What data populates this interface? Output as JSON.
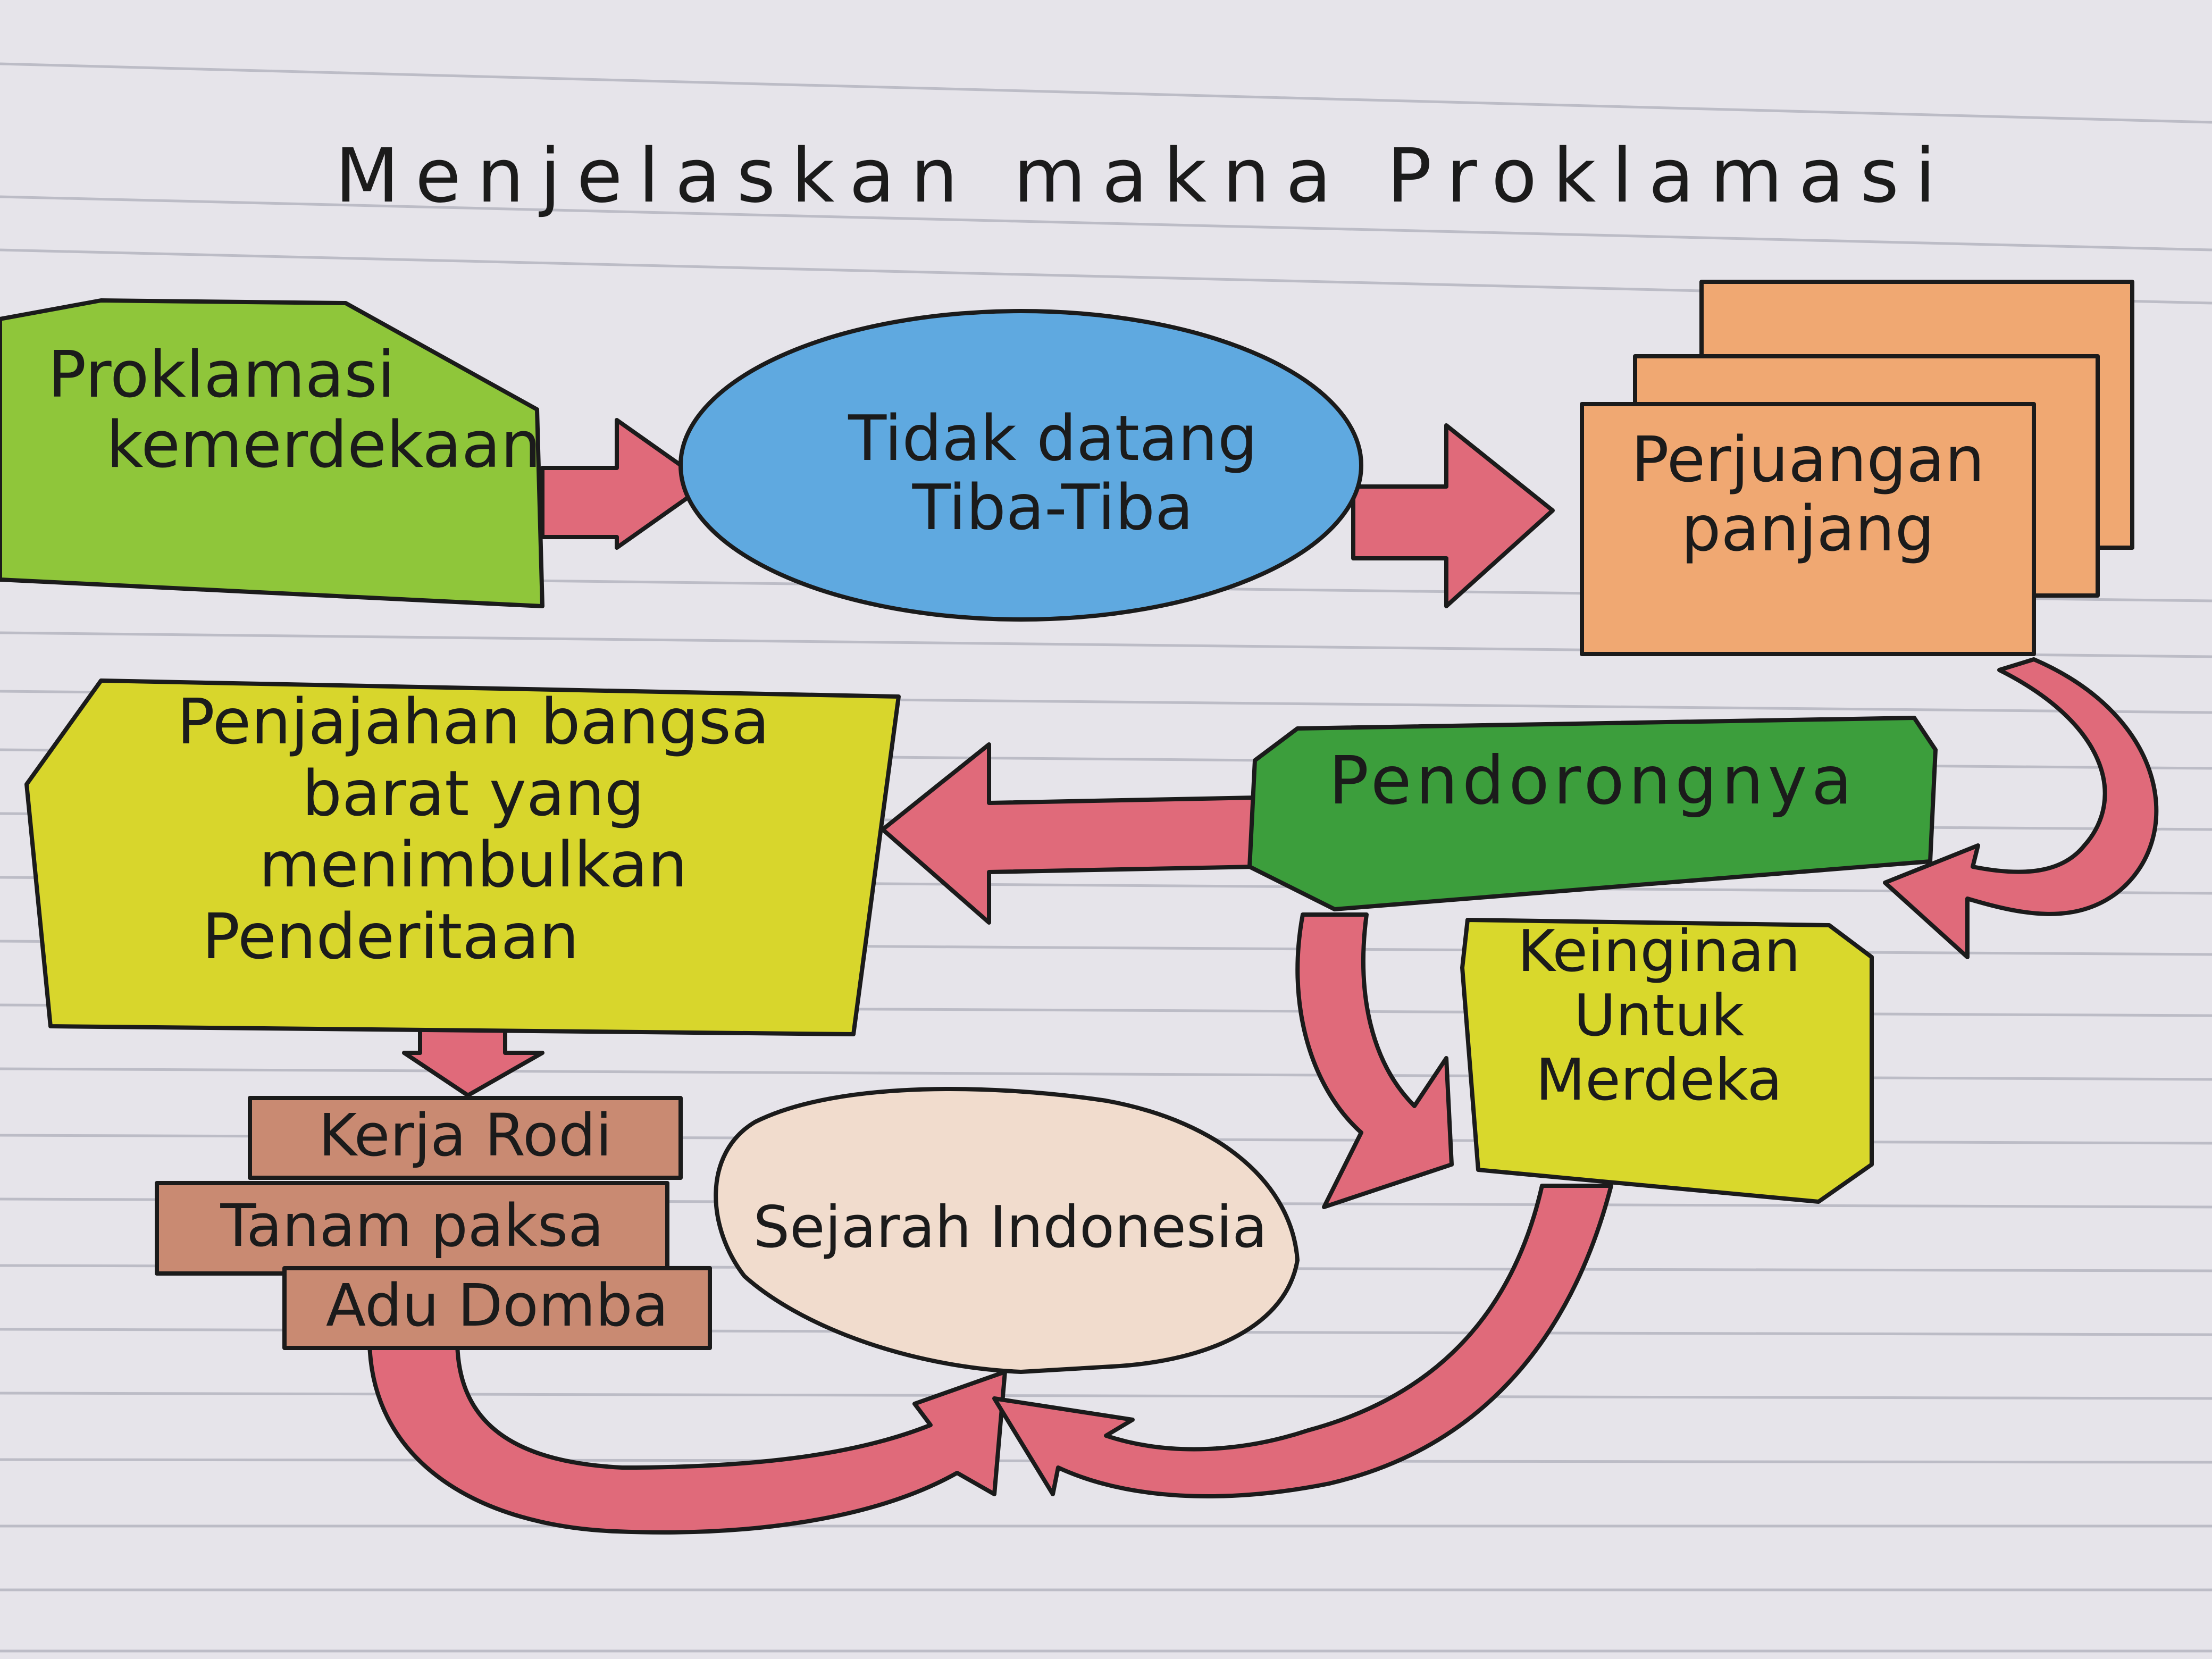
{
  "title": "Menjelaskan makna Proklamasi",
  "nodes": {
    "proklamasi": [
      "Proklamasi",
      "kemerdekaan"
    ],
    "tidak_datang": [
      "Tidak datang",
      "Tiba-Tiba"
    ],
    "perjuangan": [
      "Perjuangan",
      "panjang"
    ],
    "pendorong": "Pendorongnya",
    "penjajahan": [
      "Penjajahan bangsa",
      "barat yang",
      "menimbulkan",
      "Penderitaan"
    ],
    "kerja_rodi": "Kerja Rodi",
    "tanam_paksa": "Tanam paksa",
    "adu_domba": "Adu Domba",
    "sejarah": "Sejarah Indonesia",
    "keinginan": [
      "Keinginan",
      "Untuk",
      "Merdeka"
    ]
  },
  "colors": {
    "proklamasi": "#8fc63a",
    "tidak_datang": "#5fa9e0",
    "perjuangan": "#f0a872",
    "pendorong": "#3c9e3c",
    "penjajahan": "#d8d62c",
    "brown_box": "#c98a72",
    "sejarah": "#f1dccd",
    "keinginan": "#d9d82c",
    "arrow": "#e06a7a",
    "ink": "#1b1b1b"
  }
}
